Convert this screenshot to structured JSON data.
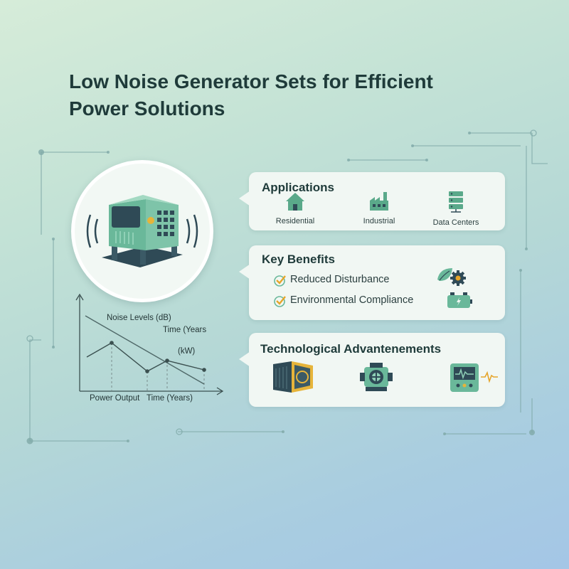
{
  "title": "Low Noise Generator Sets for Efficient Power Solutions",
  "colors": {
    "accent_green": "#6ab89a",
    "dark_teal": "#2f4a56",
    "check_orange": "#e6a52a",
    "card_bg": "#f1f7f3"
  },
  "applications": {
    "title": "Applications",
    "items": [
      {
        "label": "Residential",
        "icon": "house-icon"
      },
      {
        "label": "Industrial",
        "icon": "factory-icon"
      },
      {
        "label": "Data Centers",
        "icon": "server-rack-icon"
      }
    ]
  },
  "benefits": {
    "title": "Key Benefits",
    "items": [
      {
        "label": "Reduced Disturbance",
        "icon": "checkmark-icon"
      },
      {
        "label": "Environmental Compliance",
        "icon": "checkmark-icon"
      }
    ],
    "side_icons": [
      "leaf-gear-icon",
      "battery-icon"
    ]
  },
  "tech": {
    "title": "Technological Advantenements",
    "icons": [
      "sound-enclosure-icon",
      "engine-icon",
      "monitor-panel-icon"
    ]
  },
  "graph": {
    "label_noise": "Noise Levels (dB)",
    "label_time_top": "Time (Years",
    "label_kw": "(kW)",
    "label_power": "Power Output",
    "label_time_bottom": "Time (Years)"
  }
}
